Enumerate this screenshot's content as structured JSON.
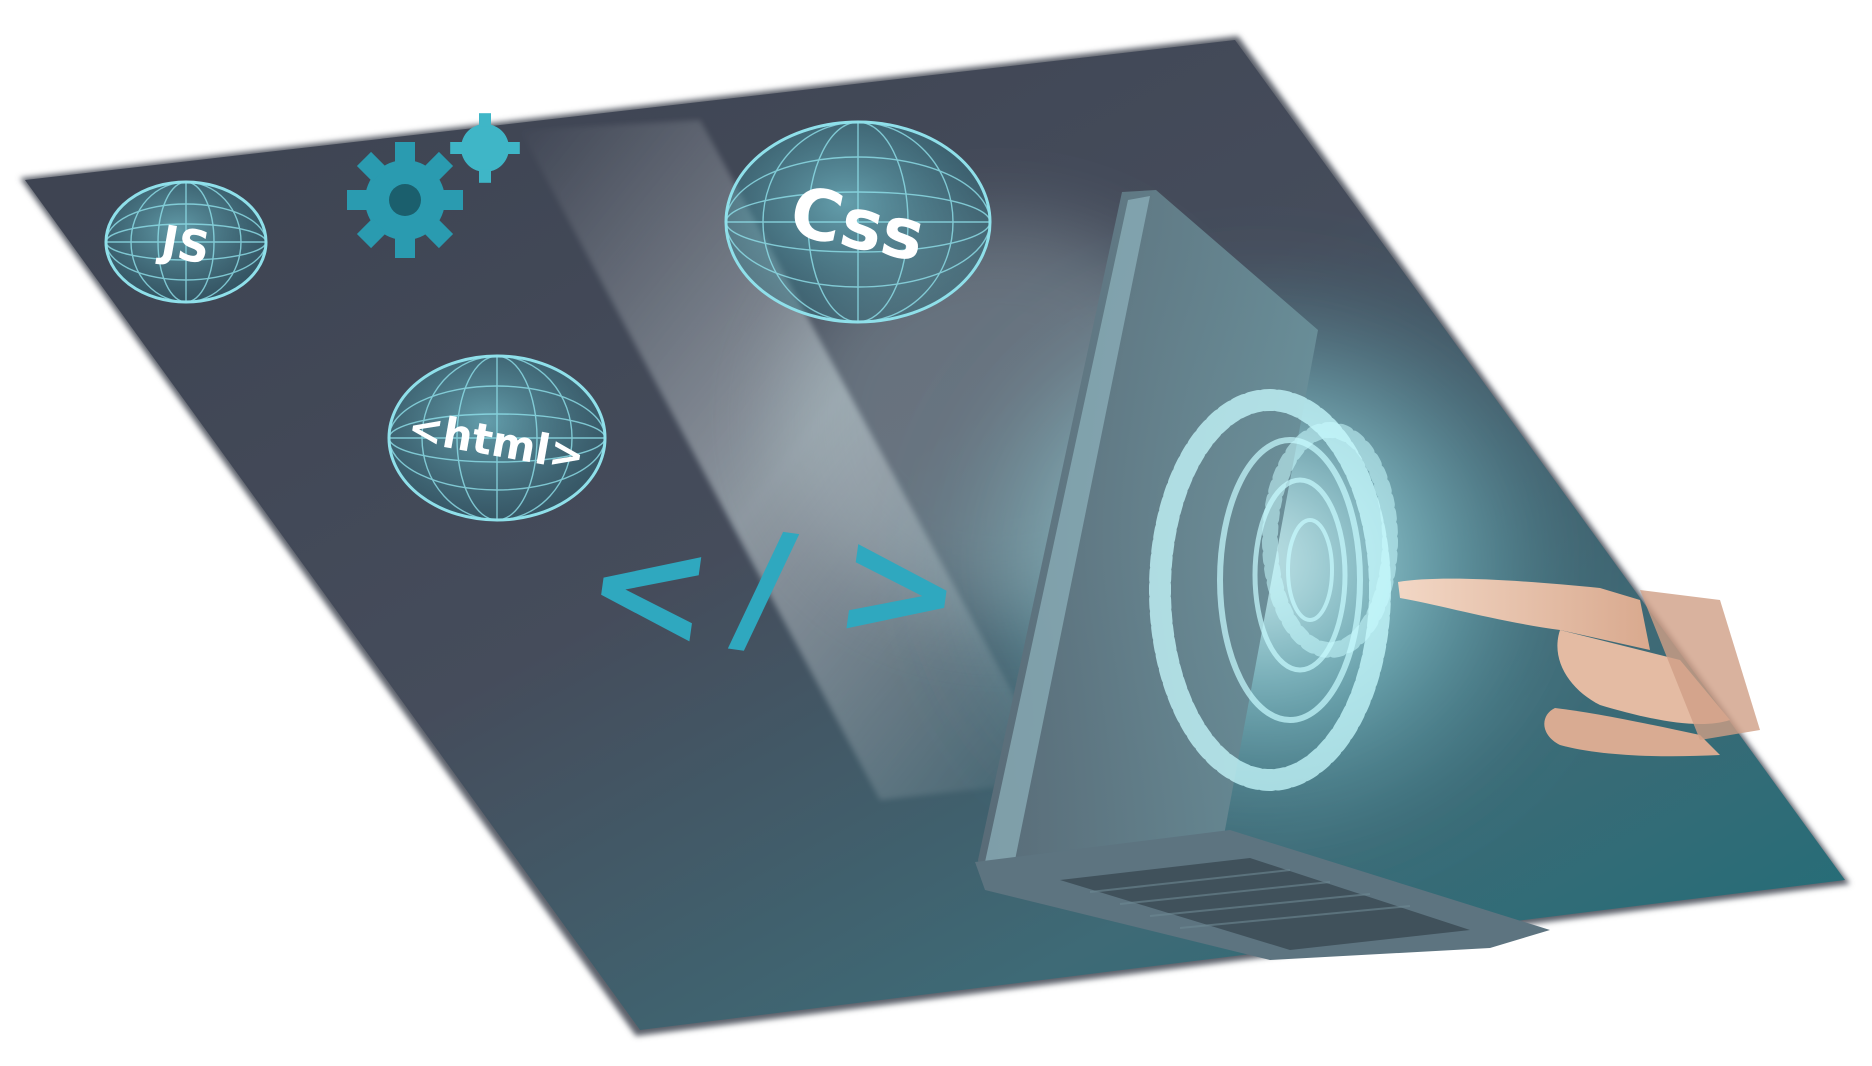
{
  "scene": {
    "description_free": true,
    "labels": {
      "js": "JS",
      "css": "Css",
      "html": "<html>",
      "code_lt": "<",
      "code_slash": "/",
      "code_gt": ">"
    },
    "colors": {
      "background": "#ffffff",
      "panel_dark": "#353b48",
      "panel_mid": "#4a5262",
      "teal": "#2fa3b8",
      "teal_light": "#7fe3f0",
      "glow": "#bff6fb",
      "laptop": "#3d4d5a",
      "skin": "#e8c7b2"
    },
    "icons": [
      "globe-icon",
      "gear-icon",
      "code-tag-icon",
      "laptop-icon",
      "fingerprint-icon",
      "hand-icon"
    ]
  }
}
